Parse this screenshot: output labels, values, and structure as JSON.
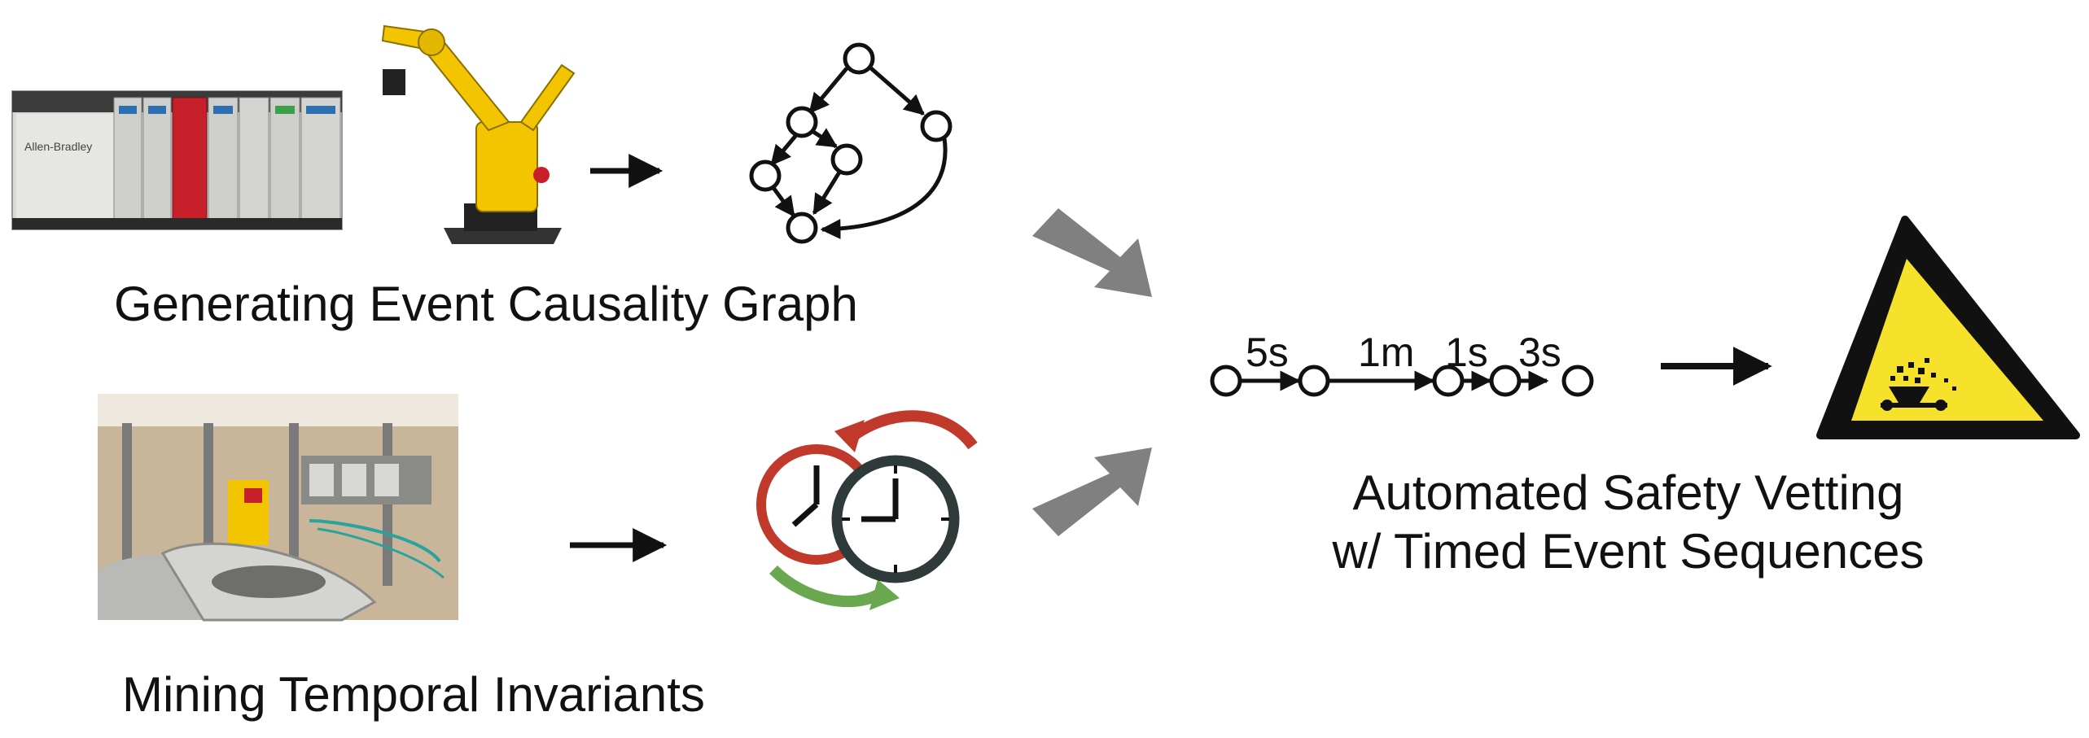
{
  "labels": {
    "causality": "Generating Event Causality Graph",
    "temporal": "Mining Temporal Invariants",
    "vetting_line1": "Automated Safety Vetting",
    "vetting_line2": "w/ Timed Event Sequences"
  },
  "sequence": {
    "intervals": [
      "5s",
      "1m",
      "1s",
      "3s"
    ]
  },
  "images": {
    "plc": "plc-controller-photo",
    "robot": "yellow-industrial-robot-arm-photo",
    "factory": "factory-conveyor-testbed-photo",
    "clocks": "two-clocks-with-circular-arrows-icon",
    "warning": "conveyor-hazard-warning-sign"
  },
  "colors": {
    "text": "#111111",
    "gray_arrow": "#808080",
    "robot_yellow": "#f2c500",
    "plc_red": "#c8202a",
    "clock_red": "#c0392b",
    "clock_dark": "#2f3b3a",
    "clock_green": "#6aa84f",
    "warning_yellow": "#f7e22b"
  }
}
